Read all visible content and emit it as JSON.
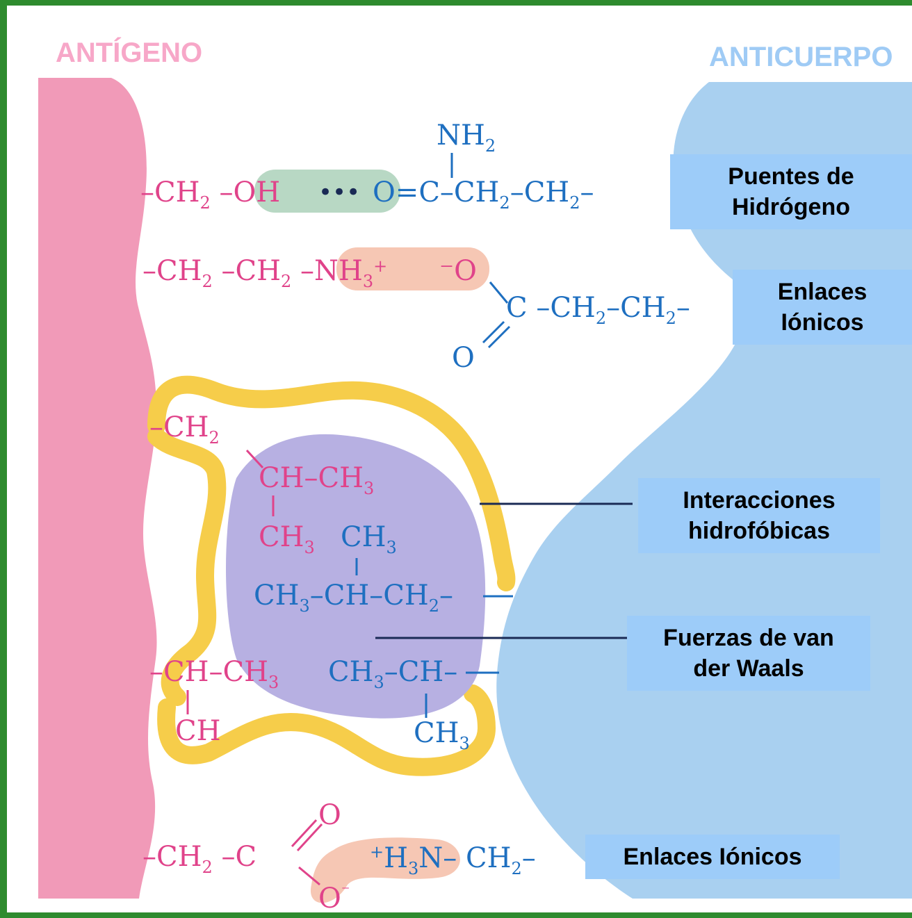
{
  "titles": {
    "antigen": "ANTÍGENO",
    "antibody": "ANTICUERPO"
  },
  "labels": {
    "hydrogen_bonds": [
      "Puentes de",
      "Hidrógeno"
    ],
    "ionic_bonds_top": [
      "Enlaces",
      "Iónicos"
    ],
    "hydrophobic": [
      "Interacciones",
      "hidrofóbicas"
    ],
    "van_der_waals": [
      "Fuerzas de van",
      "der Waals"
    ],
    "ionic_bonds_bottom": "Enlaces Iónicos"
  },
  "colors": {
    "frame": "#2e8b2e",
    "antigen": "#f19ab8",
    "antibody": "#a9d0f0",
    "label_bg": "#9dccf9",
    "antigen_text": "#e0438a",
    "antibody_text": "#1e6fc0",
    "hydrophobic_band": "#f6cd4a",
    "vdw_blob": "#b7b0e2",
    "hbond_highlight": "#b8d8c4",
    "ionic_highlight": "#f6c7b4"
  },
  "chemistry": {
    "row1_antigen": [
      "–CH",
      "2",
      " –OH"
    ],
    "row1_dots": "•••",
    "row1_antibody": [
      "O",
      "=C",
      "–CH",
      "2",
      "–CH",
      "2",
      "–"
    ],
    "row1_nh2": [
      "NH",
      "2"
    ],
    "row2_antigen": [
      "–CH",
      "2",
      " –CH",
      "2",
      " –NH",
      "3",
      "+"
    ],
    "row2_antibody_o_minus": "⁻O",
    "row2_antibody_chain": [
      "C –CH",
      "2",
      "–CH",
      "2",
      "–"
    ],
    "row2_o_bottom": "O",
    "hp_ch2": [
      "–CH",
      "2"
    ],
    "hp_ch_ch3": [
      "CH–CH",
      "3"
    ],
    "hp_ch3_a": [
      "CH",
      "3"
    ],
    "hp_ch3_b": [
      "CH",
      "3"
    ],
    "hp_chain": [
      "CH",
      "3",
      "–CH–CH",
      "2",
      "–"
    ],
    "hp_lower_left": [
      "–CH–CH",
      "3"
    ],
    "hp_lower_right": [
      "CH",
      "3",
      "–CH–"
    ],
    "hp_ch": "CH",
    "hp_ch3_c": [
      "CH",
      "3"
    ],
    "bottom_antigen": [
      "–CH",
      "2",
      " –C"
    ],
    "bottom_o_top": "O",
    "bottom_o_minus": [
      "O",
      "⁻"
    ],
    "bottom_antibody": [
      "+",
      "H",
      "3",
      "N– CH",
      "2",
      "–"
    ]
  }
}
